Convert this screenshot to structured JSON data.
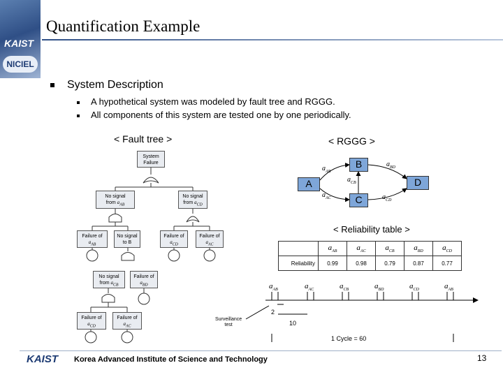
{
  "header": {
    "title": "Quantification Example",
    "logo_top": "KAIST",
    "logo_bottom": "NICIEL"
  },
  "description": {
    "heading": "System Description",
    "items": [
      "A hypothetical system was modeled by fault tree and RGGG.",
      "All components of this system are tested one by one periodically."
    ]
  },
  "fault_tree": {
    "label": "< Fault tree >",
    "top_event": [
      "System",
      "Failure"
    ],
    "no_signal_ab": "No signal",
    "no_signal_cd": "No signal",
    "from_prefix": "from",
    "fail_ab": "Failure of",
    "no_signal_b": [
      "No signal",
      "to B"
    ],
    "fail_cd": "Failure of",
    "fail_ac": "Failure of",
    "no_signal_cb": "No signal",
    "fail_bd": "Failure of",
    "fail_cd2": "Failure of",
    "fail_ac2": "Failure of"
  },
  "rggg": {
    "label": "< RGGG >",
    "nodes": {
      "a": "A",
      "b": "B",
      "c": "C",
      "d": "D"
    }
  },
  "reliability_table": {
    "label": "< Reliability table >",
    "row_header": "Reliability",
    "columns": [
      "AB",
      "AC",
      "CB",
      "BD",
      "CD"
    ],
    "values": [
      "0.99",
      "0.98",
      "0.79",
      "0.87",
      "0.77"
    ]
  },
  "timeline": {
    "sequence": [
      "AB",
      "AC",
      "CB",
      "BD",
      "CD",
      "AB"
    ],
    "surveillance_label": [
      "Surveillance",
      "test"
    ],
    "interval_short": "2",
    "interval_long": "10",
    "cycle_label": "1 Cycle = 60"
  },
  "footer": {
    "logo": "KAIST",
    "institution": "Korea Advanced Institute of Science and Technology",
    "page_number": "13"
  },
  "colors": {
    "node_fill": "#7ea6d9",
    "gate_fill": "#e9ecf1",
    "title_rule": "#2f4f86"
  }
}
